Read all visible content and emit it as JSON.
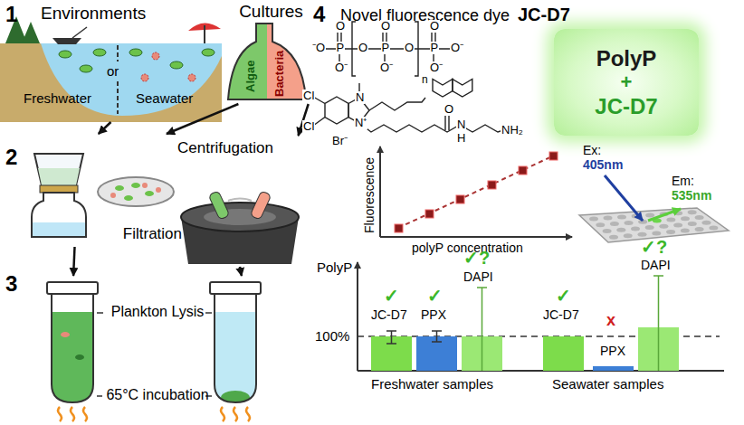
{
  "diagram": {
    "nodes": [
      {
        "text": [
          "Environments"
        ]
      },
      {
        "text": [
          "Cultures"
        ]
      },
      {
        "text": [
          "Filtration"
        ]
      },
      {
        "text": [
          "Centrifugation"
        ]
      },
      {
        "text": [
          "Plankton Lysis",
          "65°C incubation"
        ]
      },
      {
        "text": [
          "PolyP",
          "+",
          "JC-D7"
        ]
      }
    ],
    "edges": [
      {
        "from": 0,
        "to": 2,
        "arrow": "to"
      },
      {
        "from": 1,
        "to": 2,
        "arrow": "to"
      },
      {
        "from": 1,
        "to": 3,
        "arrow": "to"
      },
      {
        "from": 2,
        "to": 4,
        "arrow": "to"
      },
      {
        "from": 3,
        "to": 4,
        "arrow": "to"
      }
    ],
    "labels": [
      "1",
      "Freshwater",
      "or",
      "Seawater",
      "Algae",
      "Bacteria",
      "2",
      "3",
      "4",
      "Novel fluorescence dye",
      "JC-D7",
      "O",
      "O",
      "O",
      "⁻O",
      "P",
      "O",
      "P",
      "O",
      "P",
      "O⁻",
      "O⁻",
      "O⁻",
      "O⁻",
      "n",
      "Cl",
      "Cl",
      "N",
      "N⁺",
      "Br⁻",
      "O",
      "N",
      "H",
      "NH₂",
      "Fluorescence",
      "polyP concentration",
      "Ex:",
      "405nm",
      "Em:",
      "535nm",
      "PolyP",
      "100%",
      "✓",
      "JC-D7",
      "✓",
      "PPX",
      "✓?",
      "DAPI",
      "✓",
      "JC-D7",
      "x",
      "PPX",
      "✓?",
      "DAPI",
      "Freshwater samples",
      "Seawater samples"
    ]
  }
}
